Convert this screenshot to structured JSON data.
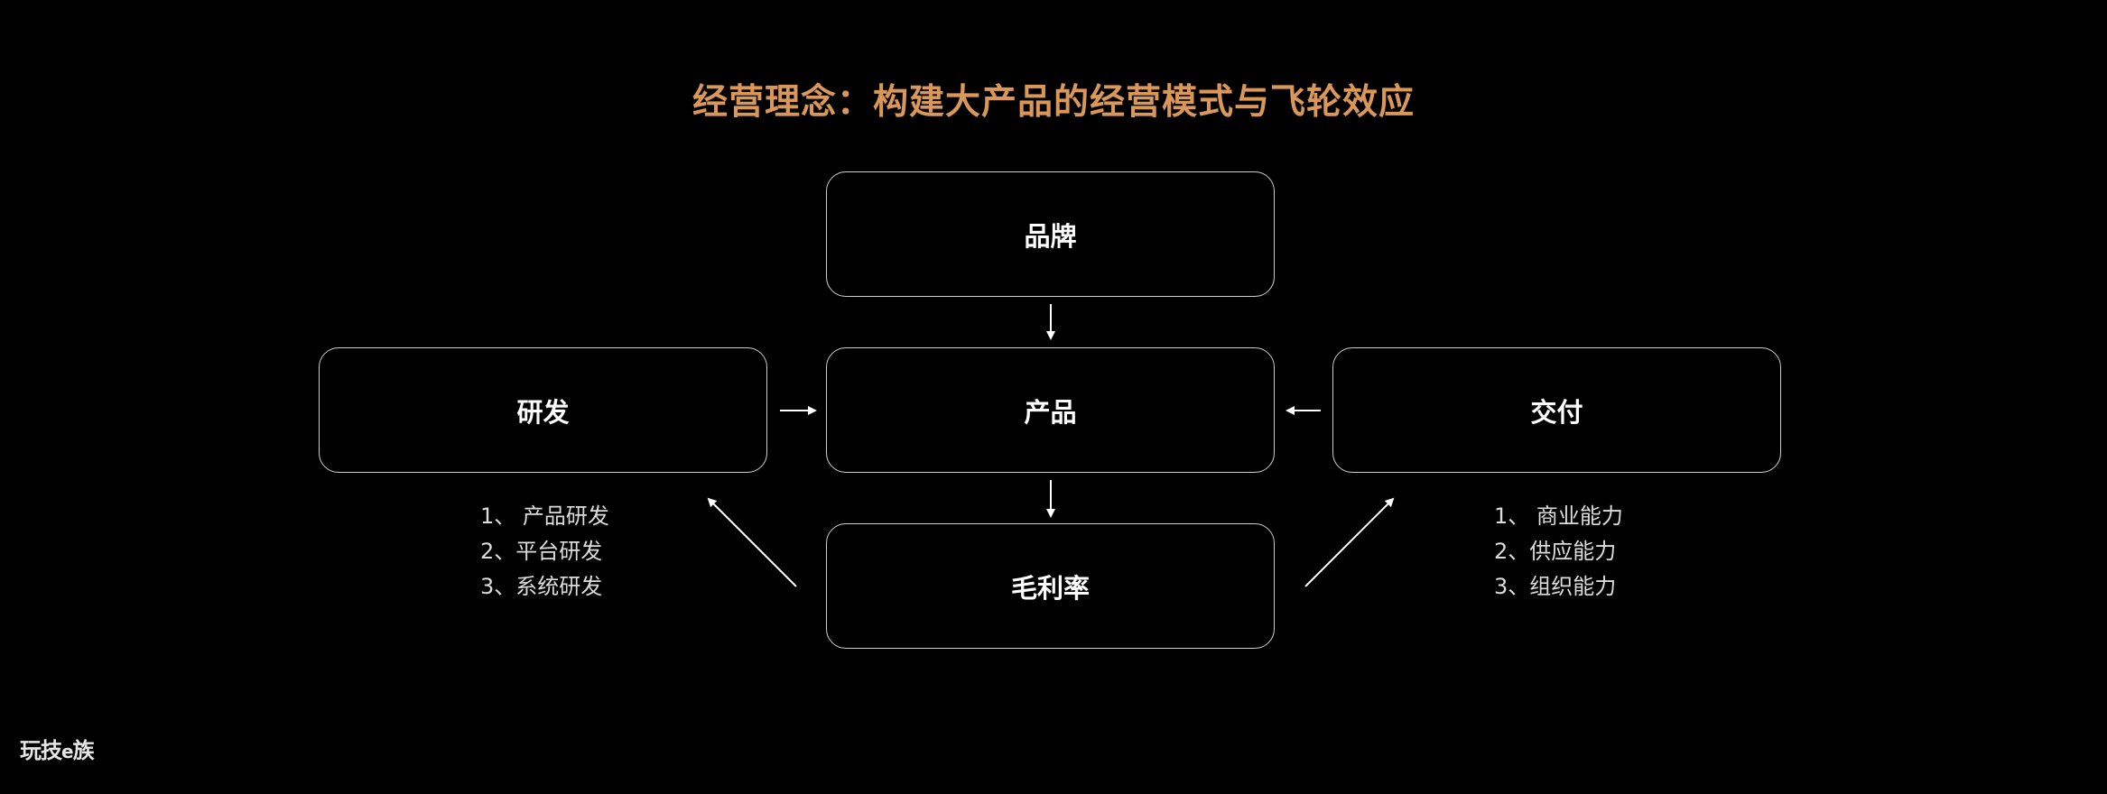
{
  "title": "经营理念：构建大产品的经营模式与飞轮效应",
  "boxes": {
    "brand": "品牌",
    "product": "产品",
    "margin": "毛利率",
    "rnd": "研发",
    "delivery": "交付"
  },
  "rnd_list": [
    "1、 产品研发",
    "2、平台研发",
    "3、系统研发"
  ],
  "delivery_list": [
    "1、 商业能力",
    "2、供应能力",
    "3、组织能力"
  ],
  "logo": {
    "part1": "玩技",
    "part2": "e",
    "part3": "族"
  },
  "colors": {
    "background": "#000000",
    "title": "#d9975a",
    "box_border": "#cfcfcf",
    "text": "#ffffff"
  }
}
